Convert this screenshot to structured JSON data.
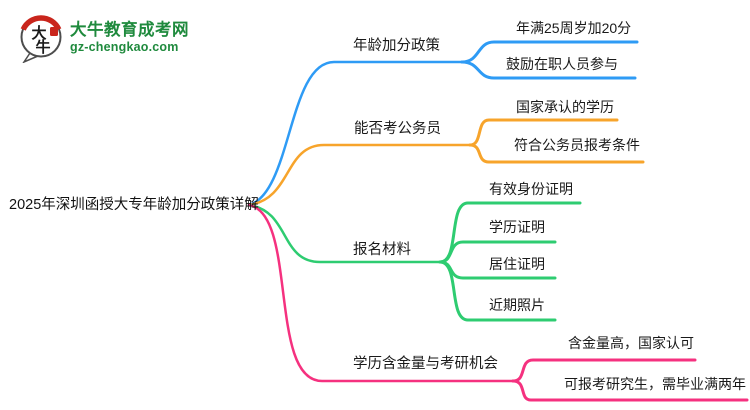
{
  "logo": {
    "icon_text_top": "大",
    "icon_text_bottom": "牛",
    "title": "大牛教育成考网",
    "url": "gz-chengkao.com",
    "brand_green": "#1f8a3d",
    "seal_red": "#c9251c"
  },
  "center": {
    "title": "2025年深圳函授大专年龄加分政策详解"
  },
  "branches": [
    {
      "label": "年龄加分政策",
      "color": "#2e9bf5",
      "children": [
        "年满25周岁加20分",
        "鼓励在职人员参与"
      ]
    },
    {
      "label": "能否考公务员",
      "color": "#f7a42b",
      "children": [
        "国家承认的学历",
        "符合公务员报考条件"
      ]
    },
    {
      "label": "报名材料",
      "color": "#2ecc71",
      "children": [
        "有效身份证明",
        "学历证明",
        "居住证明",
        "近期照片"
      ]
    },
    {
      "label": "学历含金量与考研机会",
      "color": "#f5317f",
      "children": [
        "含金量高，国家认可",
        "可报考研究生，需毕业满两年"
      ]
    }
  ]
}
